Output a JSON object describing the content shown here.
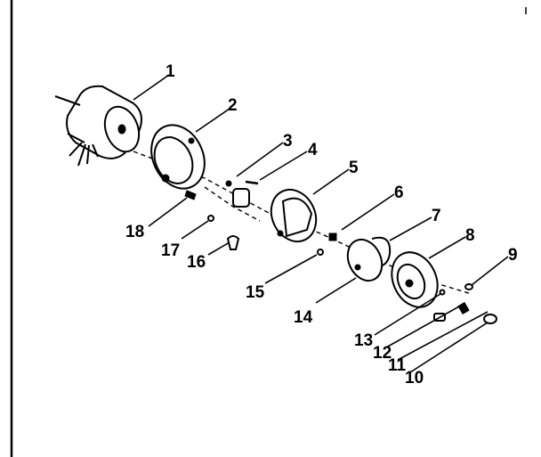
{
  "diagram": {
    "callouts": [
      {
        "id": "1",
        "text": "1"
      },
      {
        "id": "2",
        "text": "2"
      },
      {
        "id": "3",
        "text": "3"
      },
      {
        "id": "4",
        "text": "4"
      },
      {
        "id": "5",
        "text": "5"
      },
      {
        "id": "6",
        "text": "6"
      },
      {
        "id": "7",
        "text": "7"
      },
      {
        "id": "8",
        "text": "8"
      },
      {
        "id": "9",
        "text": "9"
      },
      {
        "id": "10",
        "text": "10"
      },
      {
        "id": "11",
        "text": "11"
      },
      {
        "id": "12",
        "text": "12"
      },
      {
        "id": "13",
        "text": "13"
      },
      {
        "id": "14",
        "text": "14"
      },
      {
        "id": "15",
        "text": "15"
      },
      {
        "id": "16",
        "text": "16"
      },
      {
        "id": "17",
        "text": "17"
      },
      {
        "id": "18",
        "text": "18"
      }
    ]
  }
}
